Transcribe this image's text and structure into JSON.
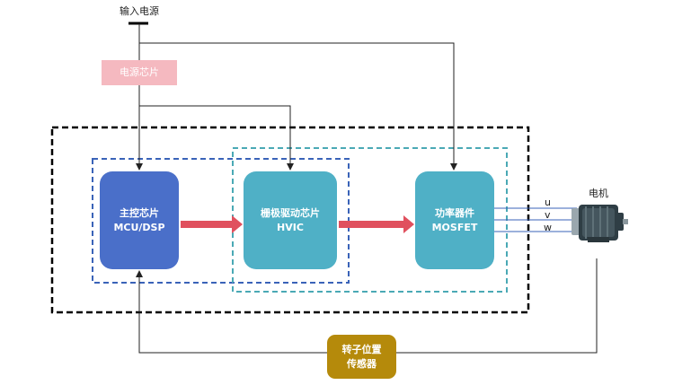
{
  "input_label": "输入电源",
  "power_chip": "电源芯片",
  "mcu": {
    "line1": "主控芯片",
    "line2": "MCU/DSP"
  },
  "hvic": {
    "line1": "栅极驱动芯片",
    "line2": "HVIC"
  },
  "mosfet": {
    "line1": "功率器件",
    "line2": "MOSFET"
  },
  "motor_label": "电机",
  "phases": [
    "u",
    "v",
    "w"
  ],
  "sensor": {
    "line1": "转子位置",
    "line2": "传感器"
  },
  "colors": {
    "mcu": "#4a6fc9",
    "hvic": "#4fb0c6",
    "mosfet": "#4fb0c6",
    "power_chip": "#f5b9c0",
    "sensor": "#b58a0b",
    "arrow": "#e0505e",
    "outer_border": "#000000",
    "blue_dashed": "#3a63b8",
    "teal_dashed": "#4aa9b5"
  }
}
